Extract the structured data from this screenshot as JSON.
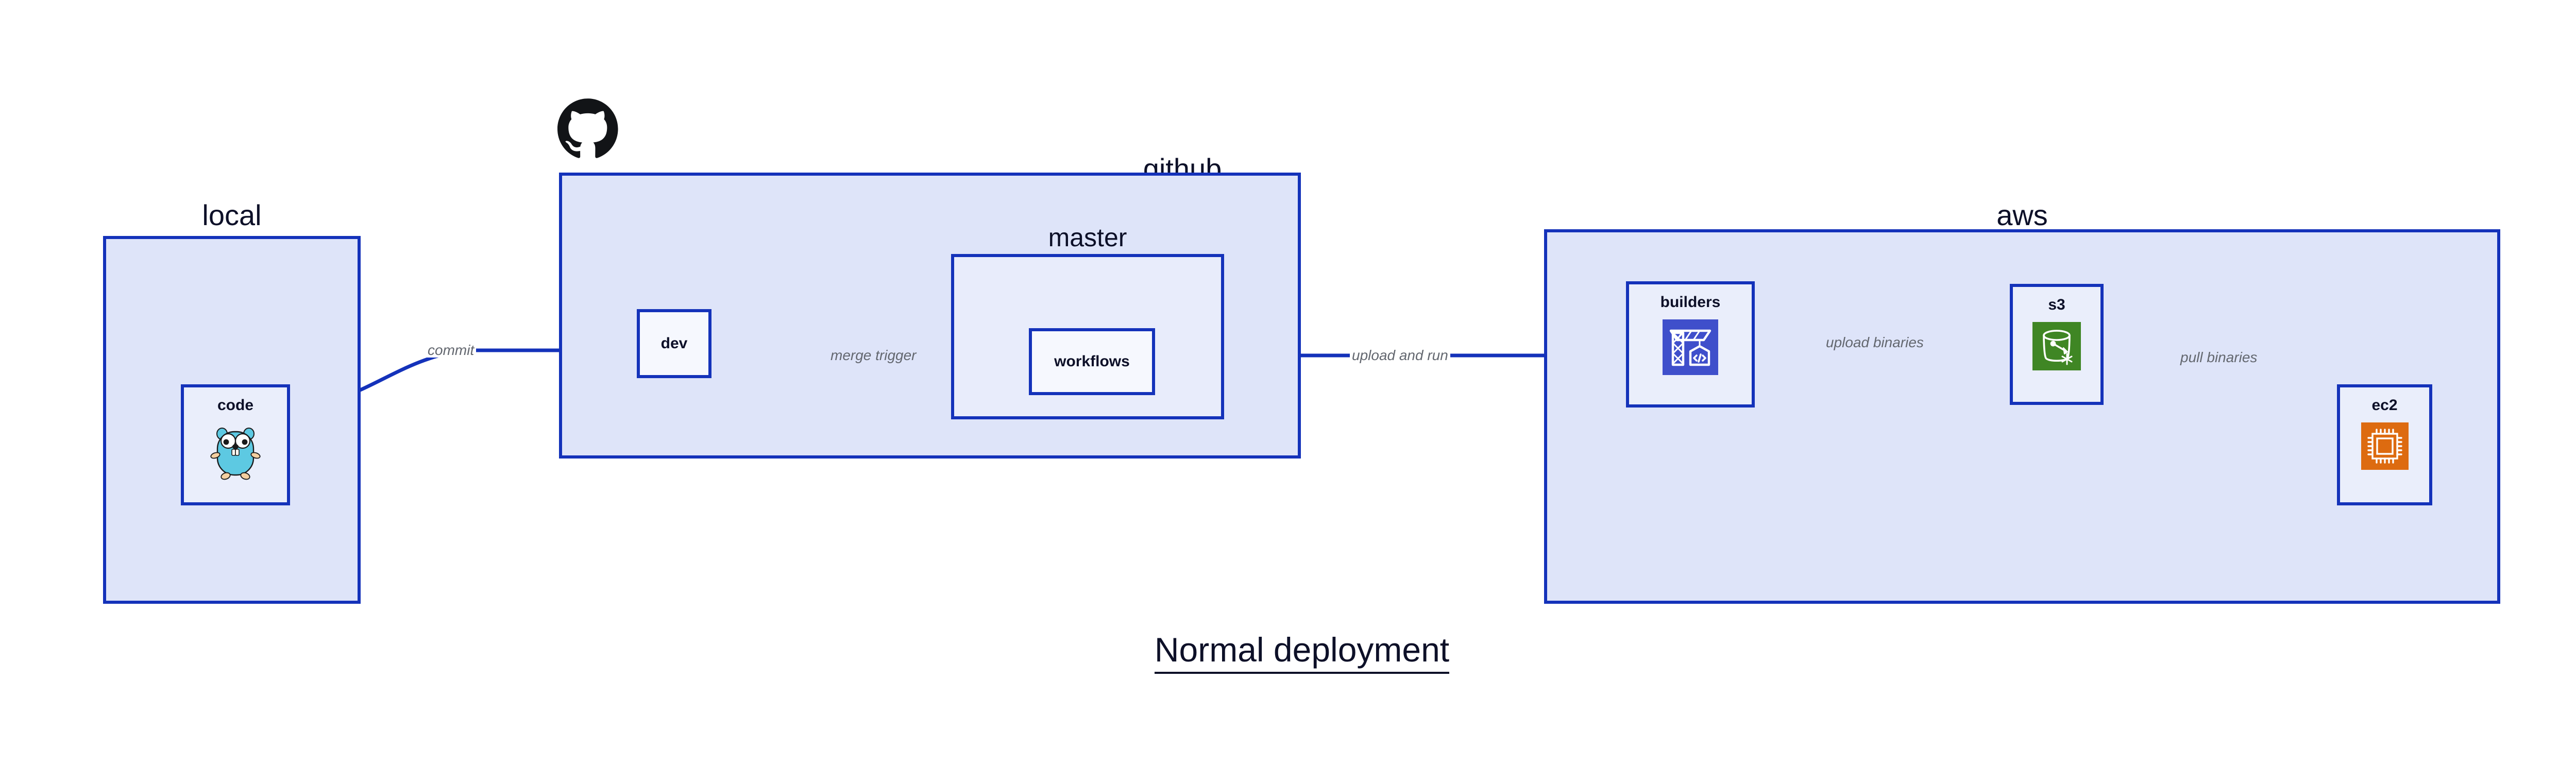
{
  "title": "Normal deployment",
  "groups": [
    {
      "id": "local",
      "label": "local"
    },
    {
      "id": "github",
      "label": "github"
    },
    {
      "id": "aws",
      "label": "aws"
    }
  ],
  "subgroups": [
    {
      "id": "master",
      "label": "master"
    }
  ],
  "nodes": [
    {
      "id": "code",
      "label": "code",
      "icon": "go-gopher-icon"
    },
    {
      "id": "dev",
      "label": "dev",
      "icon": null
    },
    {
      "id": "workflows",
      "label": "workflows",
      "icon": null
    },
    {
      "id": "builders",
      "label": "builders",
      "icon": "aws-codebuild-icon"
    },
    {
      "id": "s3",
      "label": "s3",
      "icon": "aws-s3-bucket-icon"
    },
    {
      "id": "ec2",
      "label": "ec2",
      "icon": "aws-ec2-chip-icon"
    }
  ],
  "edges": [
    {
      "id": "commit",
      "label": "commit",
      "from": "code",
      "to": "dev"
    },
    {
      "id": "merge-trigger",
      "label": "merge trigger",
      "from": "dev",
      "to": "workflows"
    },
    {
      "id": "upload-and-run",
      "label": "upload and run",
      "from": "workflows",
      "to": "builders"
    },
    {
      "id": "upload-binaries",
      "label": "upload binaries",
      "from": "builders",
      "to": "s3"
    },
    {
      "id": "pull-binaries",
      "label": "pull binaries",
      "from": "s3",
      "to": "ec2"
    }
  ],
  "logos": [
    {
      "id": "github-logo",
      "icon": "github-octocat-icon"
    }
  ],
  "colors": {
    "stroke": "#1432ba",
    "group_fill": "#dee4f9",
    "subgroup_fill": "#e8ecfb",
    "leaf_fill": "#eaeefb",
    "leaf_plain_fill": "#f6f8fe",
    "text": "#0d1028",
    "edge_label": "#63676f",
    "go_gopher": "#5dc9e2",
    "codebuild": "#3f4fcb",
    "s3_green": "#3f8624",
    "ec2_orange": "#dd6b10",
    "background": "#ffffff"
  }
}
